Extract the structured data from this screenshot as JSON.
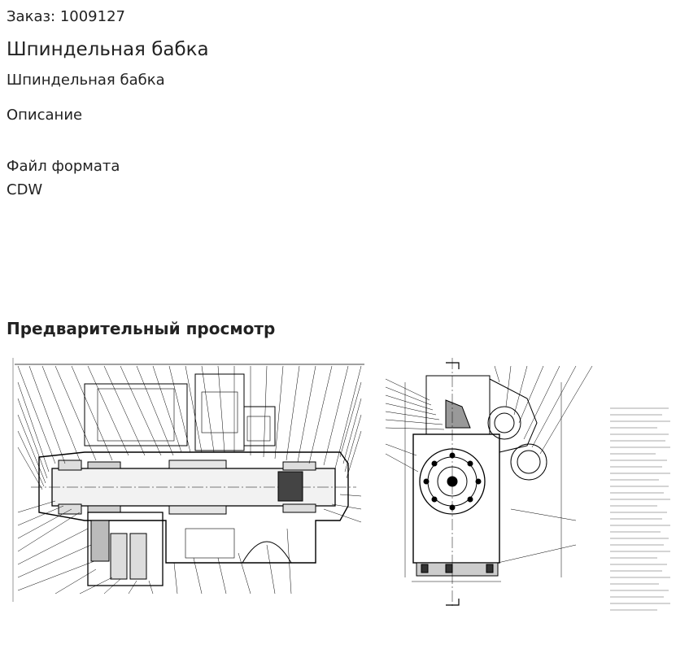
{
  "order": {
    "label": "Заказ: 1009127"
  },
  "title": "Шпиндельная бабка",
  "subtitle": "Шпиндельная бабка",
  "description": {
    "heading": "Описание"
  },
  "file_format": {
    "label": "Файл формата",
    "value": "CDW"
  },
  "preview": {
    "heading": "Предварительный просмотр"
  }
}
